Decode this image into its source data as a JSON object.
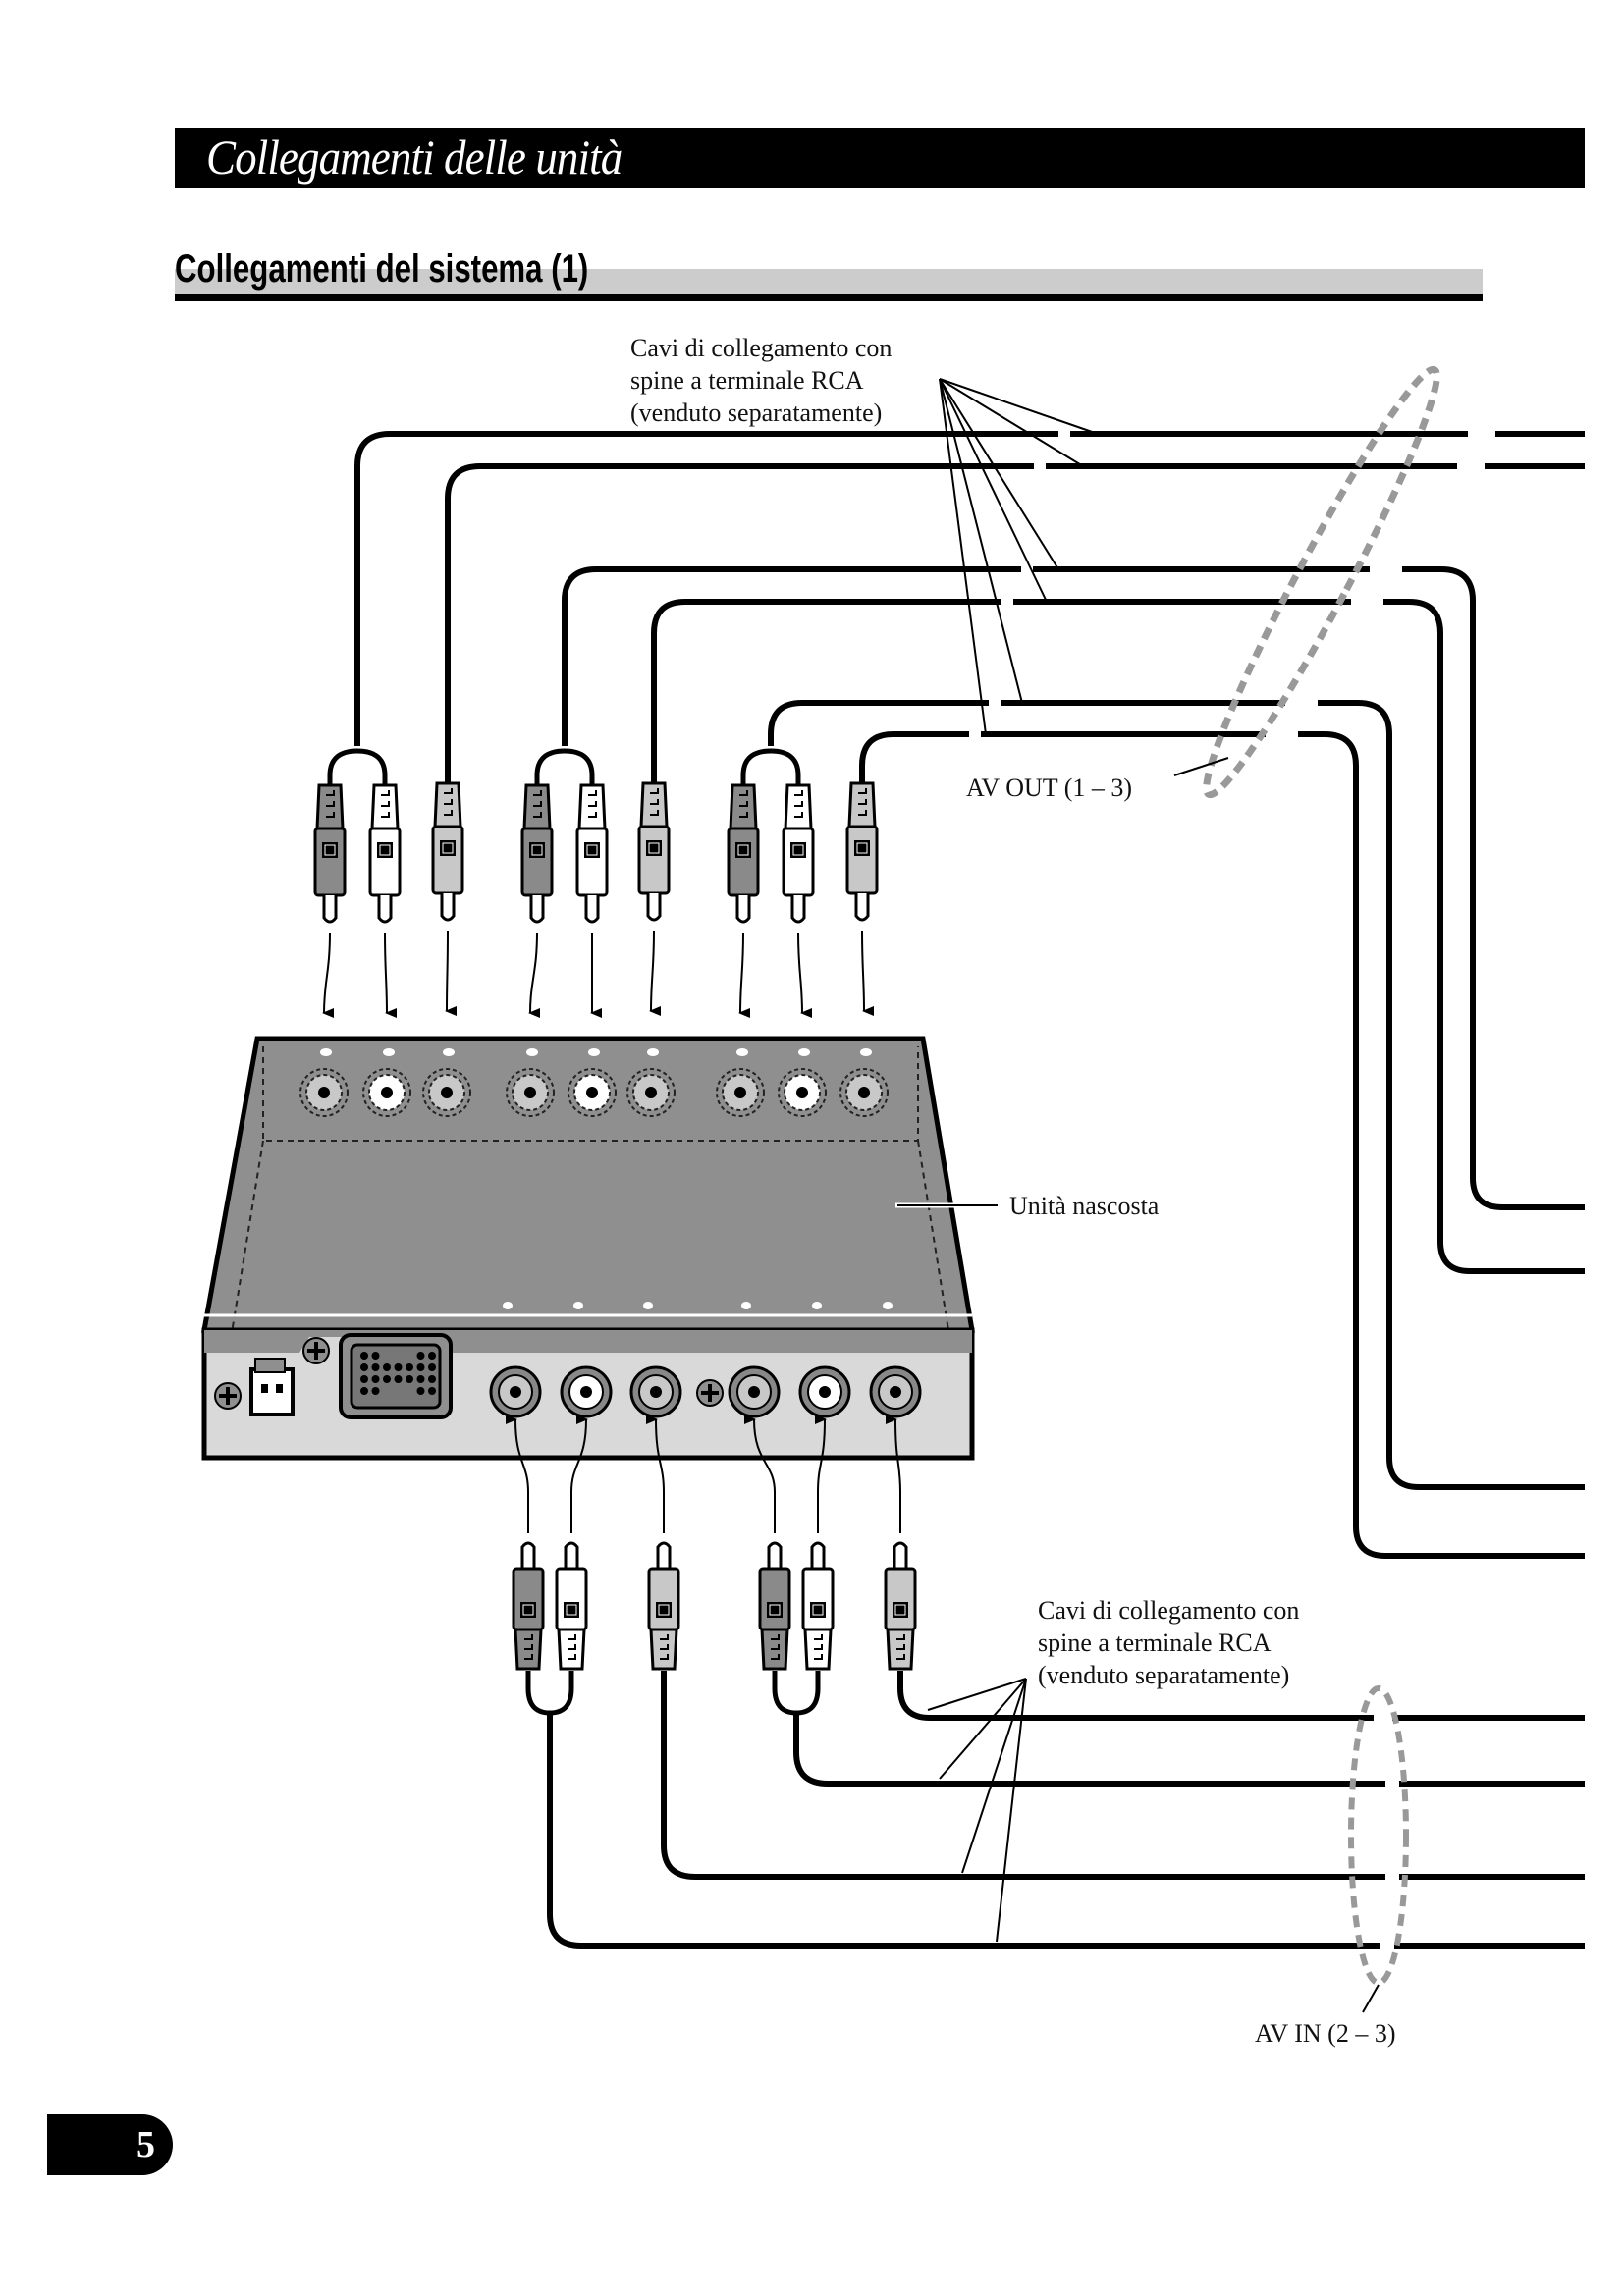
{
  "page": {
    "title": "Collegamenti delle unità",
    "section_title": "Collegamenti del sistema (1)",
    "page_number": "5"
  },
  "diagram": {
    "callouts": {
      "cables_top": [
        "Cavi di collegamento con",
        "spine a terminale RCA",
        "(venduto separatamente)"
      ],
      "av_out": "AV OUT (1 – 3)",
      "hidden_unit": "Unità nascosta",
      "cables_bottom": [
        "Cavi di collegamento con",
        "spine a terminale RCA",
        "(venduto separatamente)"
      ],
      "av_in": "AV IN (2 – 3)"
    },
    "top_plug_groups": [
      {
        "group": "AV OUT 1",
        "plugs": [
          "dark",
          "white",
          "light"
        ]
      },
      {
        "group": "AV OUT 2",
        "plugs": [
          "dark",
          "white",
          "light"
        ]
      },
      {
        "group": "AV OUT 3",
        "plugs": [
          "dark",
          "white",
          "light"
        ]
      }
    ],
    "bottom_plug_groups": [
      {
        "group": "AV IN 2",
        "plugs": [
          "dark",
          "white",
          "light"
        ]
      },
      {
        "group": "AV IN 3",
        "plugs": [
          "dark",
          "white",
          "light"
        ]
      }
    ],
    "unit_ports": {
      "front_top_jacks": 9,
      "rear_jacks": 6,
      "connectors": [
        "power-supply",
        "controller"
      ]
    },
    "colors": {
      "plug_dark": "#8a8a8a",
      "plug_white": "#ffffff",
      "plug_light": "#c8c8c8",
      "unit_body": "#8f8f8f",
      "unit_front": "#d9d9d9",
      "bundle_outline": "#999999"
    }
  }
}
